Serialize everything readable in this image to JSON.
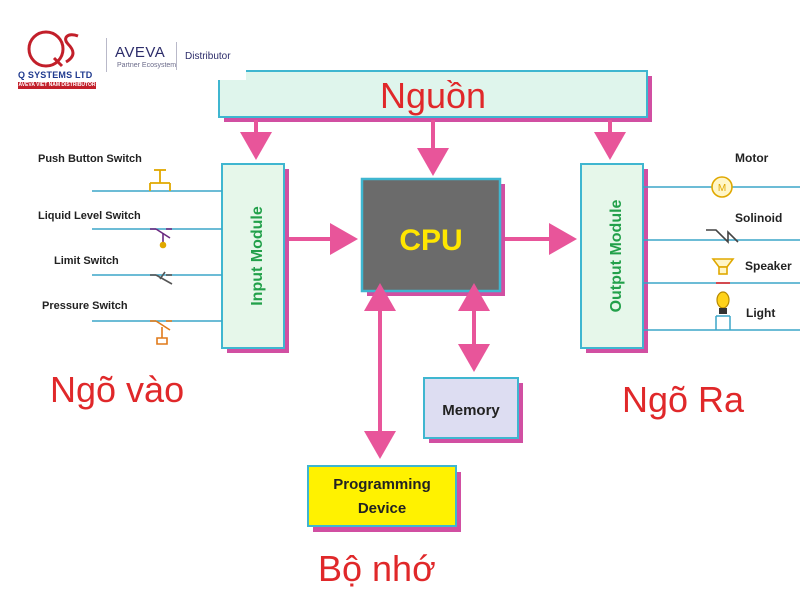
{
  "logo": {
    "company": "Q SYSTEMS LTD",
    "company_sub": "AVEVA VIET NAM DISTRIBUTOR",
    "brand": "AVEVA",
    "brand_sub": "Partner Ecosystem",
    "role": "Distributor"
  },
  "power": {
    "label": "Nguồn"
  },
  "input_module": {
    "label": "Input Module"
  },
  "output_module": {
    "label": "Output Module"
  },
  "cpu": {
    "label": "CPU"
  },
  "memory": {
    "label": "Memory"
  },
  "programming_device": {
    "line1": "Programming",
    "line2": "Device"
  },
  "inputs": [
    {
      "label": "Push Button Switch"
    },
    {
      "label": "Liquid Level Switch"
    },
    {
      "label": "Limit Switch"
    },
    {
      "label": "Pressure Switch"
    }
  ],
  "outputs": [
    {
      "label": "Motor"
    },
    {
      "label": "Solinoid"
    },
    {
      "label": "Speaker"
    },
    {
      "label": "Light"
    }
  ],
  "captions": {
    "input": "Ngõ vào",
    "output": "Ngõ Ra",
    "memory": "Bộ nhớ"
  },
  "colors": {
    "arrow": "#e8559a",
    "box_border": "#3fb6d0",
    "box_shadow": "#d14fa2",
    "power_fill": "#dff5ec",
    "module_fill": "#e6f7ea",
    "module_text": "#22a04a",
    "cpu_fill": "#6b6b6b",
    "cpu_text": "#ffe600",
    "memory_fill": "#ddddf2",
    "prog_fill": "#fff200",
    "caption": "#e0282a",
    "wire": "#3ba6c8"
  },
  "icons": {
    "logo": "qs-logo-icon",
    "push_button": "push-button-switch-icon",
    "liquid_level": "liquid-level-switch-icon",
    "limit": "limit-switch-icon",
    "pressure": "pressure-switch-icon",
    "motor": "motor-icon",
    "solenoid": "solenoid-icon",
    "speaker": "speaker-icon",
    "light": "light-bulb-icon"
  }
}
